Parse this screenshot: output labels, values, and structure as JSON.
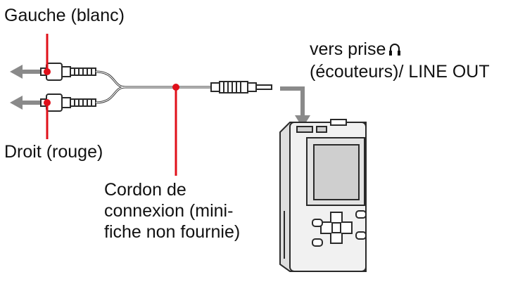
{
  "labels": {
    "left_top": "Gauche (blanc)",
    "left_bottom": "Droit (rouge)",
    "jack_line1": "vers prise",
    "jack_line2": "(écouteurs)/ LINE OUT",
    "cable_line1": "Cordon de",
    "cable_line2": "connexion (mini-",
    "cable_line3": "fiche non fournie)"
  },
  "icons": {
    "jack": "headphones-icon",
    "arrows": "arrow-left-icon"
  },
  "colors": {
    "callout": "#e0101a",
    "outline": "#2a2a2a",
    "arrow": "#8a8a8a",
    "device_body": "#efefef"
  }
}
